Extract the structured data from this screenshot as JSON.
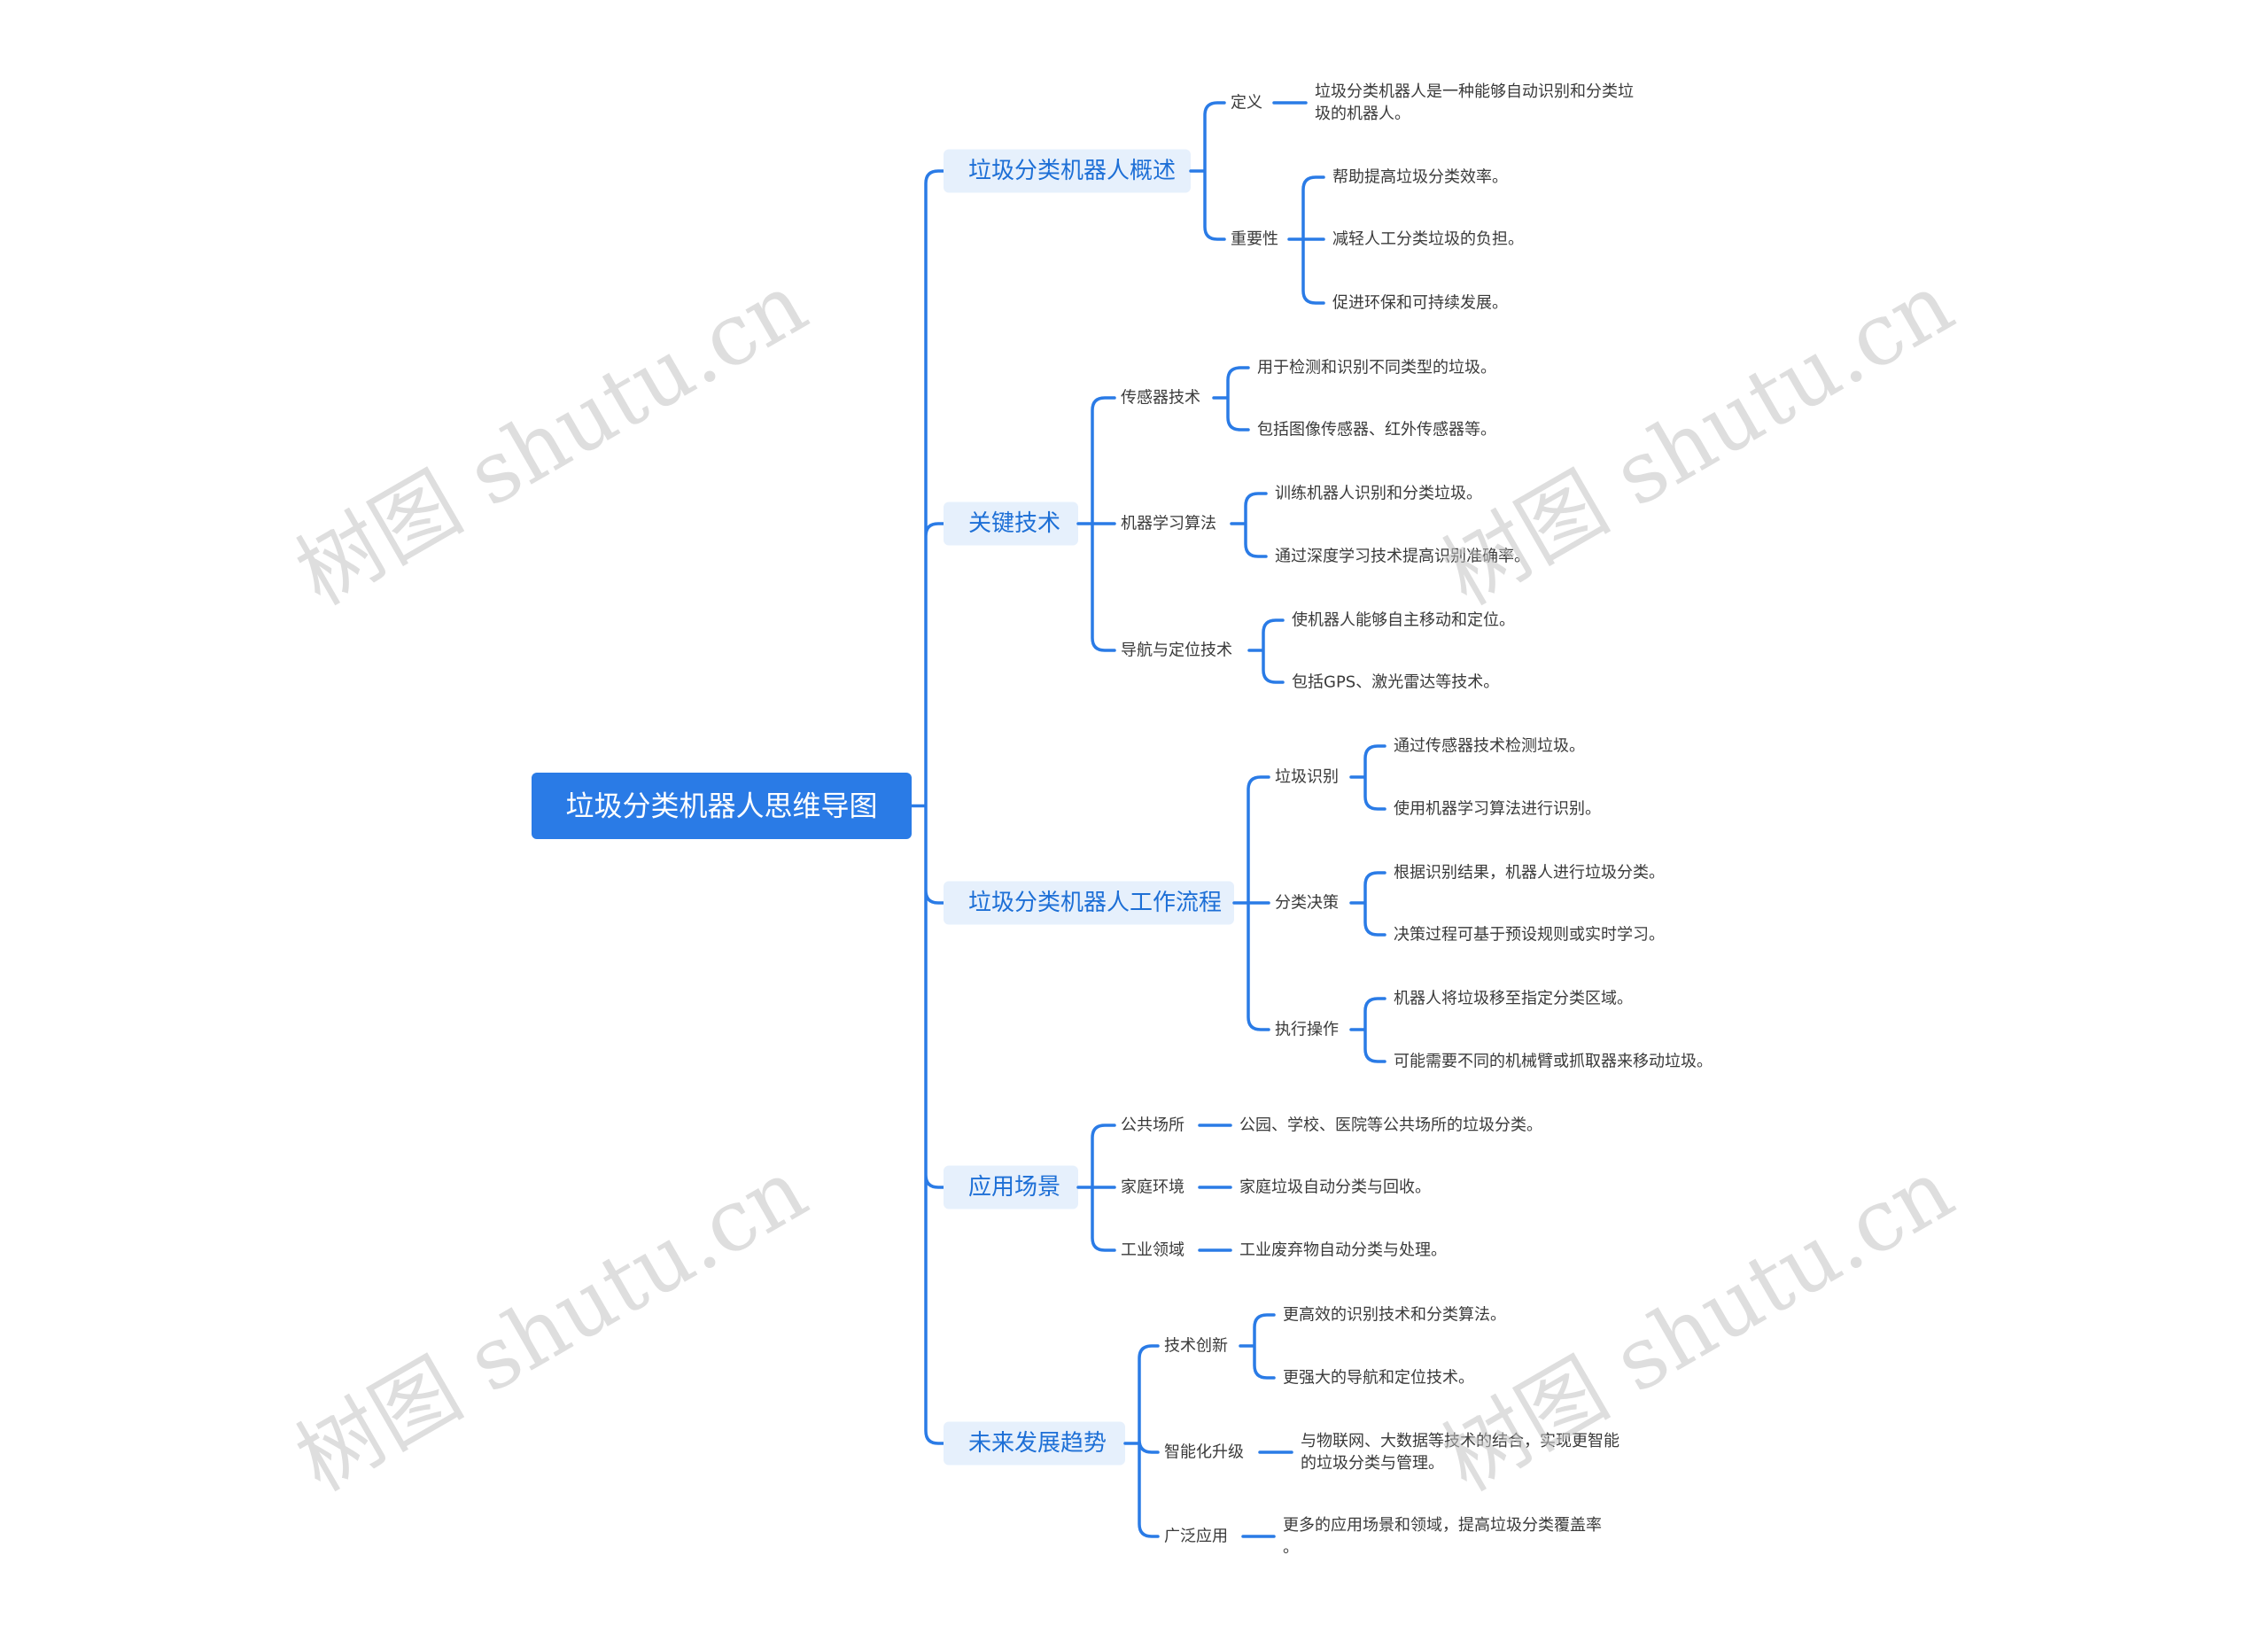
{
  "root": "垃圾分类机器人思维导图",
  "branches": [
    {
      "label": "垃圾分类机器人概述",
      "children": [
        {
          "label": "定义",
          "leaves": [
            [
              "垃圾分类机器人是一种能够自动识别和分类垃",
              "圾的机器人。"
            ]
          ]
        },
        {
          "label": "重要性",
          "leaves": [
            [
              "帮助提高垃圾分类效率。"
            ],
            [
              "减轻人工分类垃圾的负担。"
            ],
            [
              "促进环保和可持续发展。"
            ]
          ]
        }
      ]
    },
    {
      "label": "关键技术",
      "children": [
        {
          "label": "传感器技术",
          "leaves": [
            [
              "用于检测和识别不同类型的垃圾。"
            ],
            [
              "包括图像传感器、红外传感器等。"
            ]
          ]
        },
        {
          "label": "机器学习算法",
          "leaves": [
            [
              "训练机器人识别和分类垃圾。"
            ],
            [
              "通过深度学习技术提高识别准确率。"
            ]
          ]
        },
        {
          "label": "导航与定位技术",
          "leaves": [
            [
              "使机器人能够自主移动和定位。"
            ],
            [
              "包括GPS、激光雷达等技术。"
            ]
          ]
        }
      ]
    },
    {
      "label": "垃圾分类机器人工作流程",
      "children": [
        {
          "label": "垃圾识别",
          "leaves": [
            [
              "通过传感器技术检测垃圾。"
            ],
            [
              "使用机器学习算法进行识别。"
            ]
          ]
        },
        {
          "label": "分类决策",
          "leaves": [
            [
              "根据识别结果，机器人进行垃圾分类。"
            ],
            [
              "决策过程可基于预设规则或实时学习。"
            ]
          ]
        },
        {
          "label": "执行操作",
          "leaves": [
            [
              "机器人将垃圾移至指定分类区域。"
            ],
            [
              "可能需要不同的机械臂或抓取器来移动垃圾。"
            ]
          ]
        }
      ]
    },
    {
      "label": "应用场景",
      "children": [
        {
          "label": "公共场所",
          "leaves": [
            [
              "公园、学校、医院等公共场所的垃圾分类。"
            ]
          ]
        },
        {
          "label": "家庭环境",
          "leaves": [
            [
              "家庭垃圾自动分类与回收。"
            ]
          ]
        },
        {
          "label": "工业领域",
          "leaves": [
            [
              "工业废弃物自动分类与处理。"
            ]
          ]
        }
      ]
    },
    {
      "label": "未来发展趋势",
      "children": [
        {
          "label": "技术创新",
          "leaves": [
            [
              "更高效的识别技术和分类算法。"
            ],
            [
              "更强大的导航和定位技术。"
            ]
          ]
        },
        {
          "label": "智能化升级",
          "leaves": [
            [
              "与物联网、大数据等技术的结合，实现更智能",
              "的垃圾分类与管理。"
            ]
          ]
        },
        {
          "label": "广泛应用",
          "leaves": [
            [
              "更多的应用场景和领域，提高垃圾分类覆盖率",
              "。"
            ]
          ]
        }
      ]
    }
  ],
  "watermark": "树图 shutu.cn",
  "colors": {
    "accent": "#2a7be6",
    "branch_bg": "#e6f0fc",
    "branch_text": "#1d6fd6",
    "text": "#3a3a3a"
  }
}
